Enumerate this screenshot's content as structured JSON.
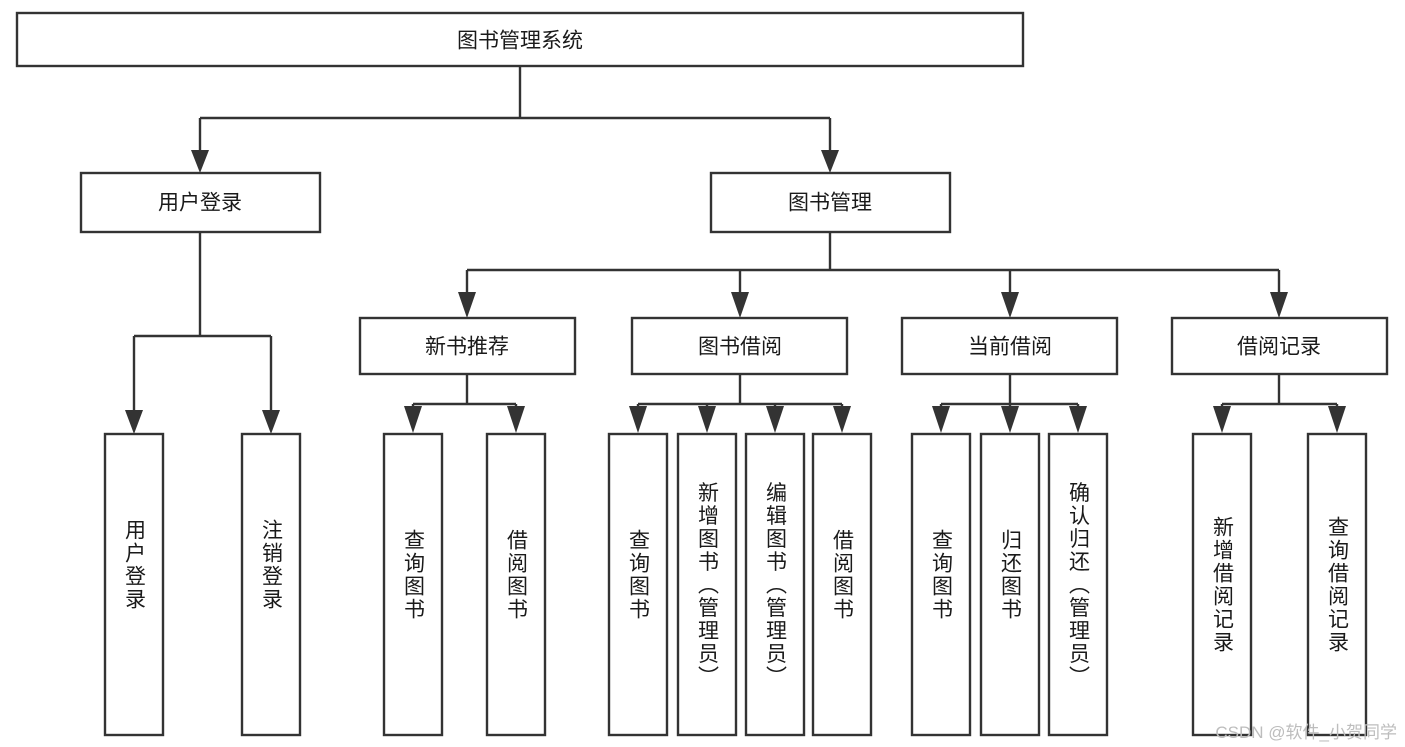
{
  "diagram": {
    "type": "tree-hierarchy-chart",
    "title": "图书管理系统",
    "orientation": "top-down",
    "colors": {
      "box_fill": "#ffffff",
      "box_stroke": "#333333",
      "text": "#1a1a1a",
      "background": "#ffffff",
      "watermark": "#bdbdbd"
    },
    "nodes": {
      "root": {
        "label": "图书管理系统",
        "level": 1,
        "text_direction": "horizontal"
      },
      "l2_user_login": {
        "label": "用户登录",
        "level": 2,
        "text_direction": "horizontal"
      },
      "l2_book_manage": {
        "label": "图书管理",
        "level": 2,
        "text_direction": "horizontal"
      },
      "l3_new_book_rec": {
        "label": "新书推荐",
        "level": 3,
        "text_direction": "horizontal"
      },
      "l3_book_borrow": {
        "label": "图书借阅",
        "level": 3,
        "text_direction": "horizontal"
      },
      "l3_current_borrow": {
        "label": "当前借阅",
        "level": 3,
        "text_direction": "horizontal"
      },
      "l3_borrow_record": {
        "label": "借阅记录",
        "level": 3,
        "text_direction": "horizontal"
      },
      "leaf_user_login": {
        "label": "用户登录",
        "level": 4,
        "text_direction": "vertical"
      },
      "leaf_logout_login": {
        "label": "注销登录",
        "level": 4,
        "text_direction": "vertical"
      },
      "leaf_query_book_a": {
        "label": "查询图书",
        "level": 4,
        "text_direction": "vertical"
      },
      "leaf_borrow_book_a": {
        "label": "借阅图书",
        "level": 4,
        "text_direction": "vertical"
      },
      "leaf_query_book_b": {
        "label": "查询图书",
        "level": 4,
        "text_direction": "vertical"
      },
      "leaf_add_book_admin": {
        "label": "新增图书（管理员）",
        "level": 4,
        "text_direction": "vertical"
      },
      "leaf_edit_book_admin": {
        "label": "编辑图书（管理员）",
        "level": 4,
        "text_direction": "vertical"
      },
      "leaf_borrow_book_b": {
        "label": "借阅图书",
        "level": 4,
        "text_direction": "vertical"
      },
      "leaf_query_book_c": {
        "label": "查询图书",
        "level": 4,
        "text_direction": "vertical"
      },
      "leaf_return_book": {
        "label": "归还图书",
        "level": 4,
        "text_direction": "vertical"
      },
      "leaf_confirm_return_admin": {
        "label": "确认归还（管理员）",
        "level": 4,
        "text_direction": "vertical"
      },
      "leaf_add_borrow_record": {
        "label": "新增借阅记录",
        "level": 4,
        "text_direction": "vertical"
      },
      "leaf_query_borrow_record": {
        "label": "查询借阅记录",
        "level": 4,
        "text_direction": "vertical"
      }
    },
    "edges": [
      {
        "from": "root",
        "to": "l2_user_login"
      },
      {
        "from": "root",
        "to": "l2_book_manage"
      },
      {
        "from": "l2_user_login",
        "to": "leaf_user_login"
      },
      {
        "from": "l2_user_login",
        "to": "leaf_logout_login"
      },
      {
        "from": "l2_book_manage",
        "to": "l3_new_book_rec"
      },
      {
        "from": "l2_book_manage",
        "to": "l3_book_borrow"
      },
      {
        "from": "l2_book_manage",
        "to": "l3_current_borrow"
      },
      {
        "from": "l2_book_manage",
        "to": "l3_borrow_record"
      },
      {
        "from": "l3_new_book_rec",
        "to": "leaf_query_book_a"
      },
      {
        "from": "l3_new_book_rec",
        "to": "leaf_borrow_book_a"
      },
      {
        "from": "l3_book_borrow",
        "to": "leaf_query_book_b"
      },
      {
        "from": "l3_book_borrow",
        "to": "leaf_add_book_admin"
      },
      {
        "from": "l3_book_borrow",
        "to": "leaf_edit_book_admin"
      },
      {
        "from": "l3_book_borrow",
        "to": "leaf_borrow_book_b"
      },
      {
        "from": "l3_current_borrow",
        "to": "leaf_query_book_c"
      },
      {
        "from": "l3_current_borrow",
        "to": "leaf_return_book"
      },
      {
        "from": "l3_current_borrow",
        "to": "leaf_confirm_return_admin"
      },
      {
        "from": "l3_borrow_record",
        "to": "leaf_add_borrow_record"
      },
      {
        "from": "l3_borrow_record",
        "to": "leaf_query_borrow_record"
      }
    ]
  },
  "watermark": {
    "text": "CSDN @软件_小贺同学"
  }
}
